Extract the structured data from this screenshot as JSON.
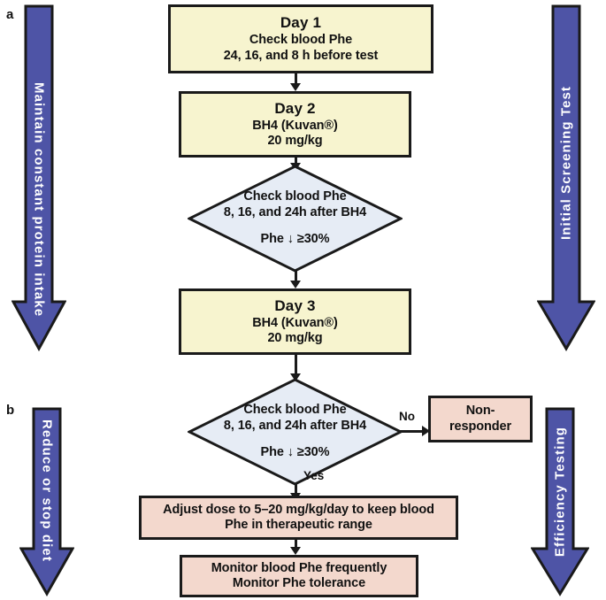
{
  "figure": {
    "panel_labels": [
      {
        "id": "a",
        "text": "a"
      },
      {
        "id": "b",
        "text": "b"
      }
    ]
  },
  "left_arrows": [
    {
      "name": "maintain-protein-arrow",
      "label": "Maintain constant protein intake",
      "color": "#4e54a6"
    },
    {
      "name": "reduce-stop-diet-arrow",
      "label": "Reduce or stop diet",
      "color": "#4e54a6"
    }
  ],
  "right_arrows": [
    {
      "name": "initial-screening-arrow",
      "label": "Initial Screening Test",
      "color": "#4e54a6"
    },
    {
      "name": "efficiency-testing-arrow",
      "label": "Efficiency Testing",
      "color": "#4e54a6"
    }
  ],
  "nodes": {
    "day1": {
      "title": "Day 1",
      "line1": "Check blood Phe",
      "line2": "24, 16, and 8 h before test",
      "fill": "#f7f4cf"
    },
    "day2": {
      "title": "Day 2",
      "line1": "BH4 (Kuvan®)",
      "line2": "20 mg/kg",
      "fill": "#f7f4cf"
    },
    "decision1": {
      "line1": "Check blood Phe",
      "line2": "8, 16, and 24h after BH4",
      "line3": "Phe ↓ ≥30%",
      "fill": "#e6ecf5"
    },
    "day3": {
      "title": "Day 3",
      "line1": "BH4 (Kuvan®)",
      "line2": "20 mg/kg",
      "fill": "#f7f4cf"
    },
    "decision2": {
      "line1": "Check blood Phe",
      "line2": "8, 16, and 24h after BH4",
      "line3": "Phe ↓ ≥30%",
      "fill": "#e6ecf5"
    },
    "nonresponder": {
      "line1": "Non-",
      "line2": "responder",
      "fill": "#f3d8cd"
    },
    "adjust_dose": {
      "line1": "Adjust dose to 5–20 mg/kg/day to keep blood",
      "line2": "Phe in therapeutic range",
      "fill": "#f3d8cd"
    },
    "monitor": {
      "line1": "Monitor blood Phe frequently",
      "line2": "Monitor Phe tolerance",
      "fill": "#f3d8cd"
    }
  },
  "edge_labels": {
    "no": "No",
    "yes": "Yes"
  },
  "colors": {
    "stroke": "#1a1a1a",
    "arrow_blue": "#4e54a6",
    "yellow_fill": "#f7f4cf",
    "pink_fill": "#f3d8cd",
    "diamond_fill": "#e6ecf5",
    "text": "#111111"
  },
  "chart_data": {
    "type": "diagram",
    "title": "BH4 (Kuvan) loading test protocol flowchart",
    "flow": [
      {
        "id": "day1",
        "shape": "process",
        "text": "Day 1 / Check blood Phe / 24, 16, and 8 h before test"
      },
      {
        "id": "day2",
        "shape": "process",
        "text": "Day 2 / BH4 (Kuvan®) / 20 mg/kg"
      },
      {
        "id": "decision1",
        "shape": "decision",
        "text": "Check blood Phe 8, 16, and 24h after BH4 / Phe ↓ ≥30%"
      },
      {
        "id": "day3",
        "shape": "process",
        "text": "Day 3 / BH4 (Kuvan®) / 20 mg/kg"
      },
      {
        "id": "decision2",
        "shape": "decision",
        "text": "Check blood Phe 8, 16, and 24h after BH4 / Phe ↓ ≥30%"
      },
      {
        "id": "nonresponder",
        "shape": "process",
        "text": "Non-responder"
      },
      {
        "id": "adjust_dose",
        "shape": "process",
        "text": "Adjust dose to 5–20 mg/kg/day to keep blood Phe in therapeutic range"
      },
      {
        "id": "monitor",
        "shape": "process",
        "text": "Monitor blood Phe frequently / Monitor Phe tolerance"
      }
    ],
    "edges": [
      {
        "from": "day1",
        "to": "day2",
        "label": ""
      },
      {
        "from": "day2",
        "to": "decision1",
        "label": ""
      },
      {
        "from": "decision1",
        "to": "day3",
        "label": ""
      },
      {
        "from": "day3",
        "to": "decision2",
        "label": ""
      },
      {
        "from": "decision2",
        "to": "nonresponder",
        "label": "No"
      },
      {
        "from": "decision2",
        "to": "adjust_dose",
        "label": "Yes"
      },
      {
        "from": "adjust_dose",
        "to": "monitor",
        "label": ""
      }
    ],
    "annotations": [
      {
        "side": "left",
        "panel": "a",
        "text": "Maintain constant protein intake"
      },
      {
        "side": "left",
        "panel": "b",
        "text": "Reduce or stop diet"
      },
      {
        "side": "right",
        "panel": "a",
        "text": "Initial Screening Test"
      },
      {
        "side": "right",
        "panel": "b",
        "text": "Efficiency Testing"
      }
    ]
  }
}
